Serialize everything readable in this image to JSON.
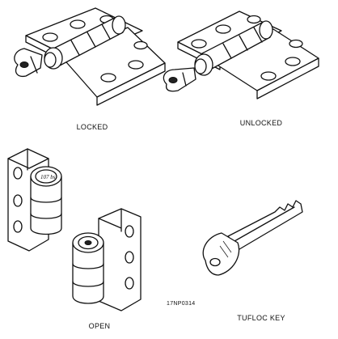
{
  "figure": {
    "labels": {
      "locked": "LOCKED",
      "unlocked": "UNLOCKED",
      "open": "OPEN",
      "key": "TUFLOC KEY",
      "figure_code": "17NP0314"
    }
  }
}
